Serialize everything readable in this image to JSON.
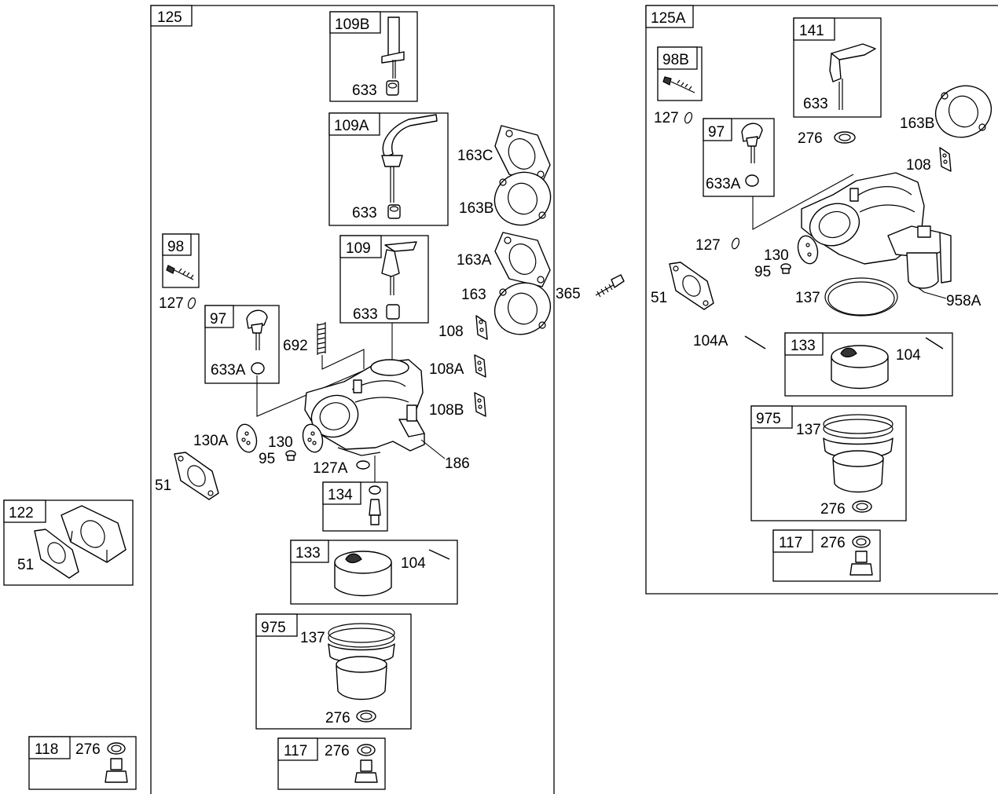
{
  "diagram": {
    "groups": [
      {
        "id": "125",
        "items": {
          "109B": "633",
          "109A": "633",
          "109": "633",
          "97": "633A",
          "134": "",
          "133": "104",
          "975": [
            "137",
            "276"
          ],
          "117": "276"
        }
      },
      {
        "id": "125A",
        "items": {
          "98B": "",
          "141": "633",
          "97": "633A",
          "133": "104",
          "975": [
            "137",
            "276"
          ],
          "117": "276"
        }
      },
      {
        "id": "122",
        "items": [
          "51"
        ]
      },
      {
        "id": "118",
        "items": [
          "276"
        ]
      }
    ],
    "callouts": {
      "g125": "125",
      "g109B": "109B",
      "p633a": "633",
      "g109A": "109A",
      "p633b": "633",
      "p163C": "163C",
      "p163B": "163B",
      "g98": "98",
      "p127a": "127",
      "g109": "109",
      "p633c": "633",
      "p163A": "163A",
      "p163": "163",
      "p365": "365",
      "g97a": "97",
      "p692": "692",
      "p108": "108",
      "p633Aa": "633A",
      "p108A": "108A",
      "p108B": "108B",
      "p130A": "130A",
      "p130": "130",
      "p95": "95",
      "p127A": "127A",
      "p186": "186",
      "p51a": "51",
      "g134": "134",
      "g122": "122",
      "p51b": "51",
      "g133a": "133",
      "p104a": "104",
      "g975a": "975",
      "p137a": "137",
      "p276a": "276",
      "g118": "118",
      "p276b": "276",
      "g117a": "117",
      "p276c": "276",
      "g125A": "125A",
      "g98B": "98B",
      "p127b": "127",
      "g141": "141",
      "p633d": "633",
      "p163Bb": "163B",
      "p276d": "276",
      "g97b": "97",
      "p633Ab": "633A",
      "p108b": "108",
      "p127c": "127",
      "p130b": "130",
      "p95b": "95",
      "p51c": "51",
      "p137b": "137",
      "p958A": "958A",
      "p104A": "104A",
      "g133b": "133",
      "p104b": "104",
      "g975b": "975",
      "p137c": "137",
      "p276e": "276",
      "g117b": "117",
      "p276f": "276"
    }
  }
}
